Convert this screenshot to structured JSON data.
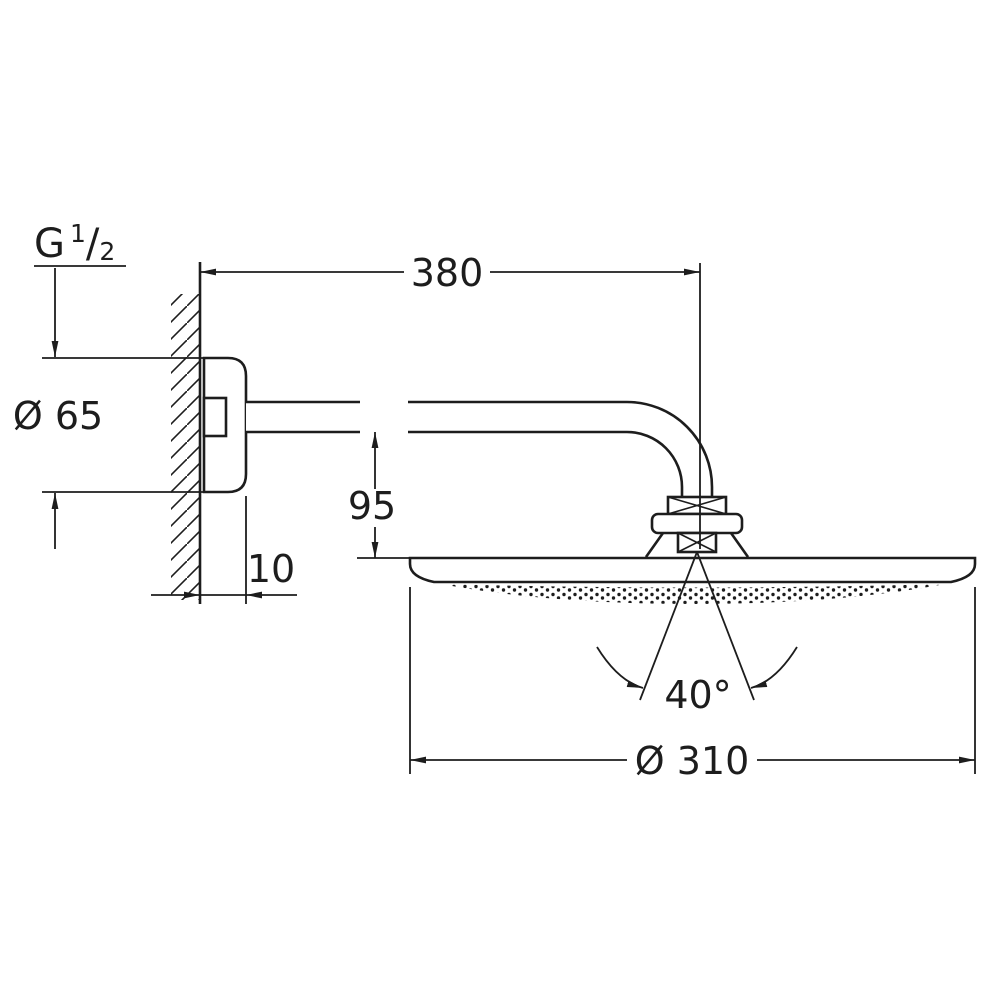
{
  "colors": {
    "background": "#ffffff",
    "line": "#1d1d1d"
  },
  "labels": {
    "arm_length": "380",
    "drop_height": "95",
    "wall_offset": "10",
    "flange_diameter": "Ø 65",
    "head_diameter": "Ø 310",
    "spray_angle": "40°",
    "thread": {
      "g": "G",
      "numerator": "1",
      "slash": "/",
      "denominator": "2"
    }
  }
}
